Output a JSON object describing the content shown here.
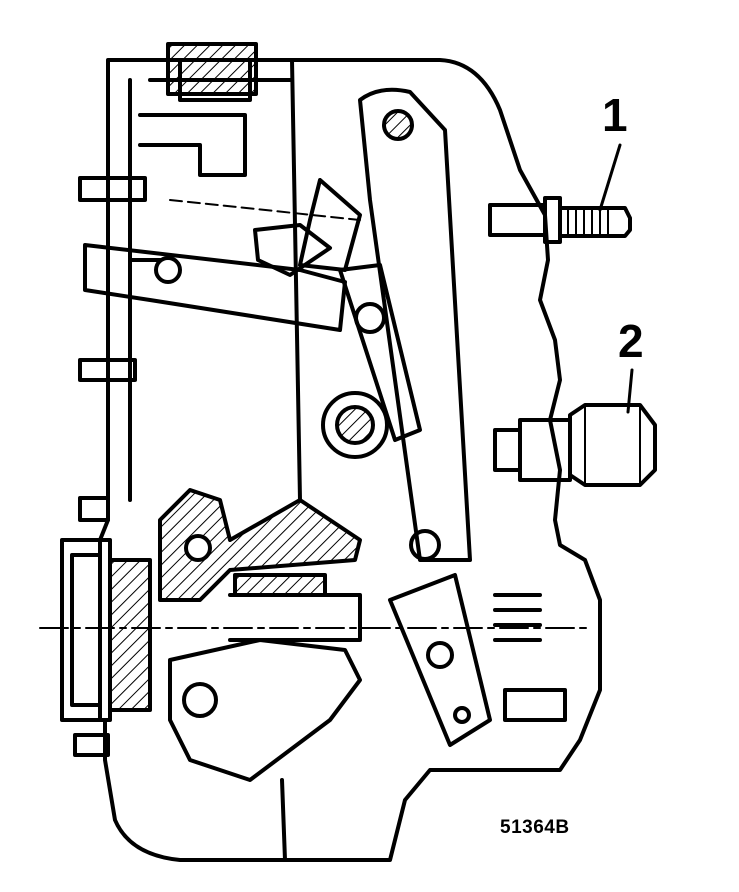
{
  "callouts": {
    "one": "1",
    "two": "2"
  },
  "figure_code": "51364B",
  "colors": {
    "ink": "#000000",
    "paper": "#ffffff"
  },
  "icons": [
    "adjusting-screw-icon",
    "hex-nut-icon"
  ]
}
